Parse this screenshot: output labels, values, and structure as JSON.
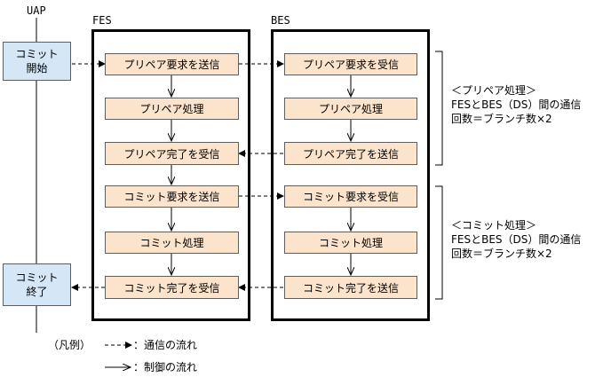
{
  "labels": {
    "uap": "UAP",
    "fes": "FES",
    "bes": "BES"
  },
  "uap": {
    "commit_start": [
      "コミット",
      "開始"
    ],
    "commit_end": [
      "コミット",
      "終了"
    ]
  },
  "fes_steps": [
    "プリペア要求を送信",
    "プリペア処理",
    "プリペア完了を受信",
    "コミット要求を送信",
    "コミット処理",
    "コミット完了を受信"
  ],
  "bes_steps": [
    "プリペア要求を受信",
    "プリペア処理",
    "プリペア完了を送信",
    "コミット要求を受信",
    "コミット処理",
    "コミット完了を送信"
  ],
  "notes": {
    "prepare": [
      "＜プリペア処理＞",
      "FESとBES（DS）間の通信",
      "回数＝ブランチ数×2"
    ],
    "commit": [
      "＜コミット処理＞",
      "FESとBES（DS）間の通信",
      "回数＝ブランチ数×2"
    ]
  },
  "legend": {
    "title": "（凡例）",
    "comm_flow": "：通信の流れ",
    "control_flow": "：制御の流れ"
  }
}
